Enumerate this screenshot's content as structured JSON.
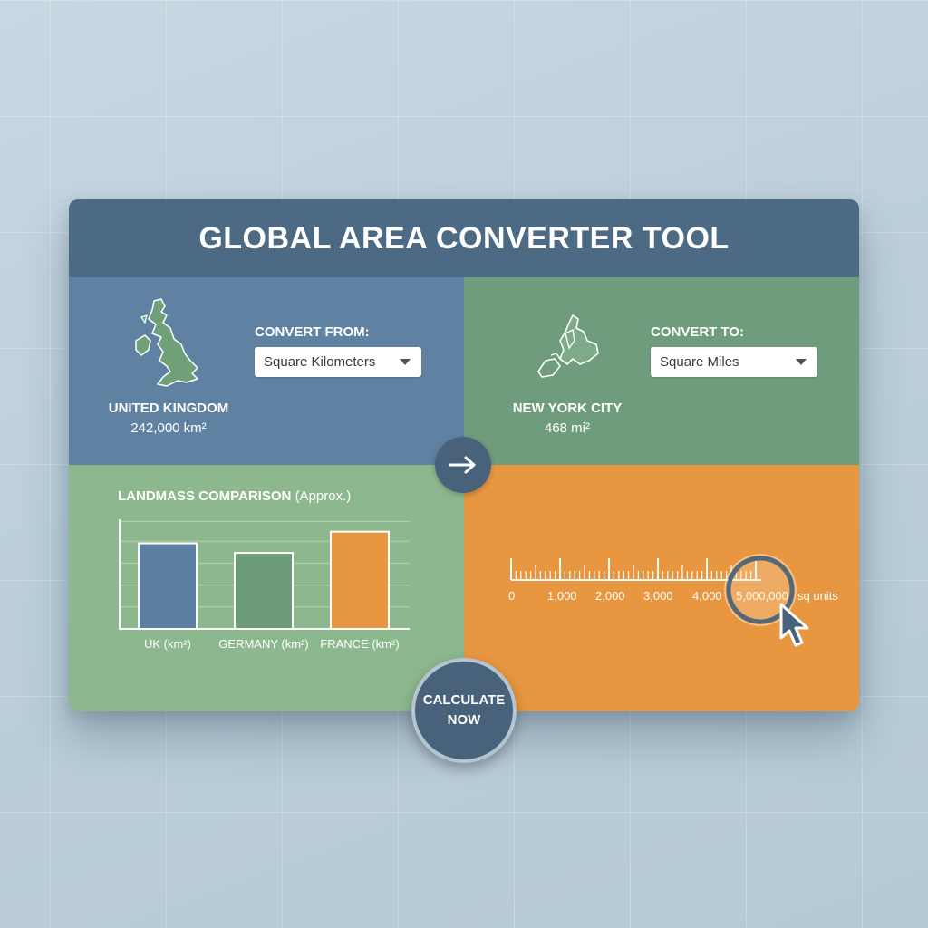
{
  "header": {
    "title": "GLOBAL AREA CONVERTER TOOL"
  },
  "from": {
    "label": "CONVERT FROM:",
    "selected": "Square Kilometers",
    "place_name": "UNITED KINGDOM",
    "place_area": "242,000 km²",
    "icon": "uk-map-icon"
  },
  "to": {
    "label": "CONVERT TO:",
    "selected": "Square Miles",
    "place_name": "NEW YORK CITY",
    "place_area": "468 mi²",
    "icon": "nyc-map-icon"
  },
  "convert_icon": "arrow-right-icon",
  "comparison": {
    "title": "LANDMASS COMPARISON",
    "subtitle": "(Approx.)"
  },
  "chart_data": {
    "type": "bar",
    "title": "LANDMASS COMPARISON (Approx.)",
    "categories": [
      "UK (km²)",
      "GERMANY (km²)",
      "FRANCE (km²)"
    ],
    "values": [
      242000,
      215000,
      275000
    ],
    "colors": [
      "#5b7fa1",
      "#6c9b79",
      "#e8963f"
    ],
    "ylim": [
      0,
      310000
    ],
    "grid": true
  },
  "ruler": {
    "labels": [
      "0",
      "1,000",
      "2,000",
      "3,000",
      "4,000",
      "5,000,000"
    ],
    "unit": "sq units"
  },
  "calculate": {
    "line1": "CALCULATE",
    "line2": "NOW"
  },
  "colors": {
    "header": "#4d6a85",
    "from_panel": "#5f82a3",
    "to_panel": "#6f9c7c",
    "chart_panel": "#8db88d",
    "ruler_panel": "#e89640",
    "button": "#48627b"
  }
}
